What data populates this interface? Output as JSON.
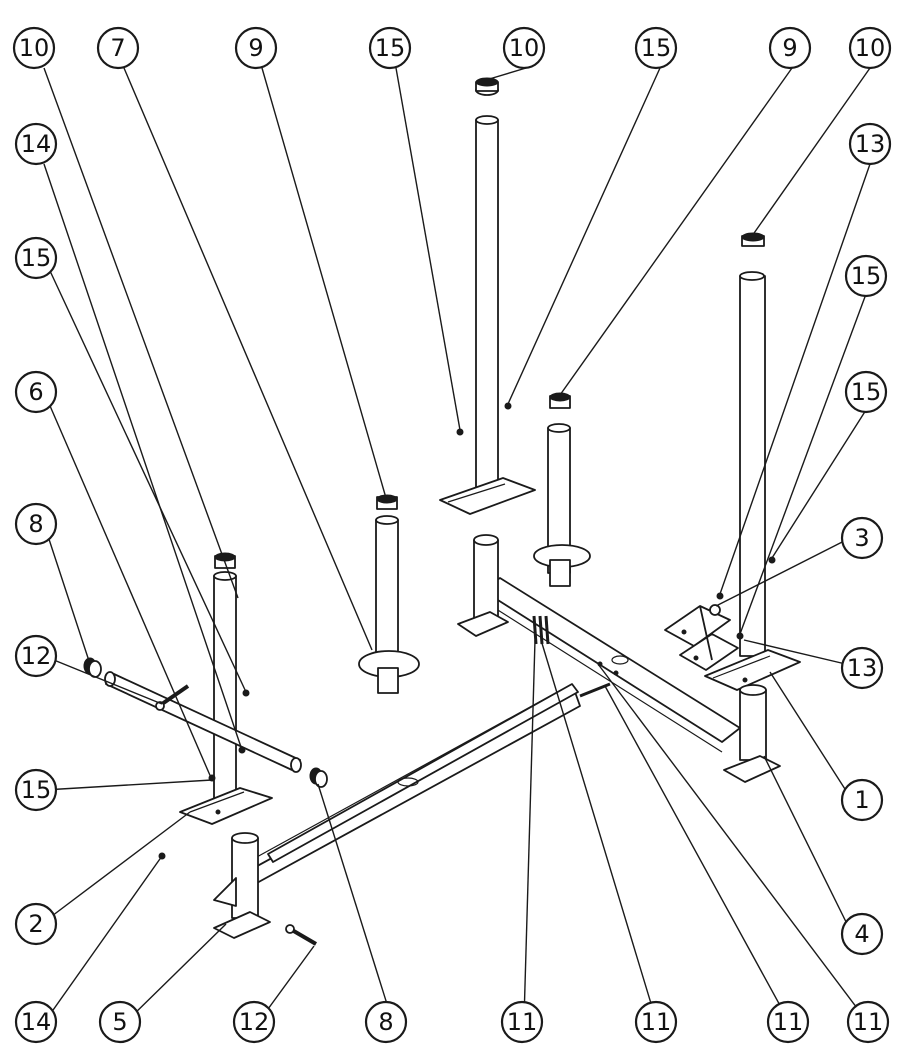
{
  "callouts": {
    "top_row": [
      "10",
      "7",
      "9",
      "15",
      "10",
      "15",
      "9",
      "10"
    ],
    "right_column": [
      "13",
      "15",
      "15",
      "3",
      "13",
      "1",
      "4"
    ],
    "left_column": [
      "14",
      "15",
      "6",
      "8",
      "12",
      "15",
      "2"
    ],
    "bottom_row": [
      "14",
      "5",
      "12",
      "8",
      "11",
      "11",
      "11",
      "11"
    ]
  },
  "colors": {
    "line": "#1a1a1a",
    "background": "#ffffff"
  }
}
